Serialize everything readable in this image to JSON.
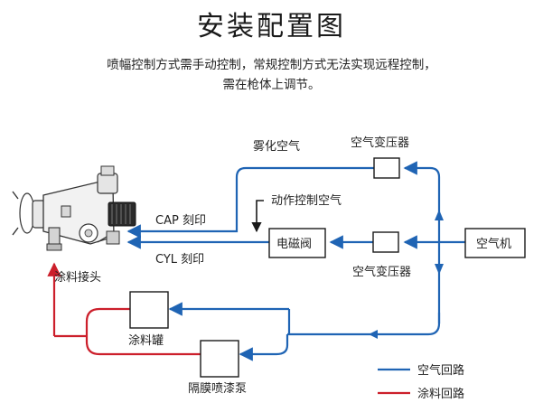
{
  "title": "安装配置图",
  "description": {
    "line1": "喷幅控制方式需手动控制，常规控制方式无法实现远程控制，",
    "line2": "需在枪体上调节。"
  },
  "labels": {
    "atomizing_air": "雾化空气",
    "action_control_air": "动作控制空气",
    "cap_port": "CAP 刻印",
    "cyl_port": "CYL 刻印",
    "paint_connector": "涂料接头",
    "regulator_top": "空气变压器",
    "regulator_bottom": "空气变压器",
    "solenoid_valve": "电磁阀",
    "compressor": "空气机",
    "paint_tank": "涂料罐",
    "diaphragm_pump": "隔膜喷漆泵"
  },
  "legend": {
    "air_circuit": "空气回路",
    "paint_circuit": "涂料回路"
  },
  "colors": {
    "air": "#1f64b4",
    "paint": "#cc1f2b",
    "outline": "#1a1a1a"
  }
}
